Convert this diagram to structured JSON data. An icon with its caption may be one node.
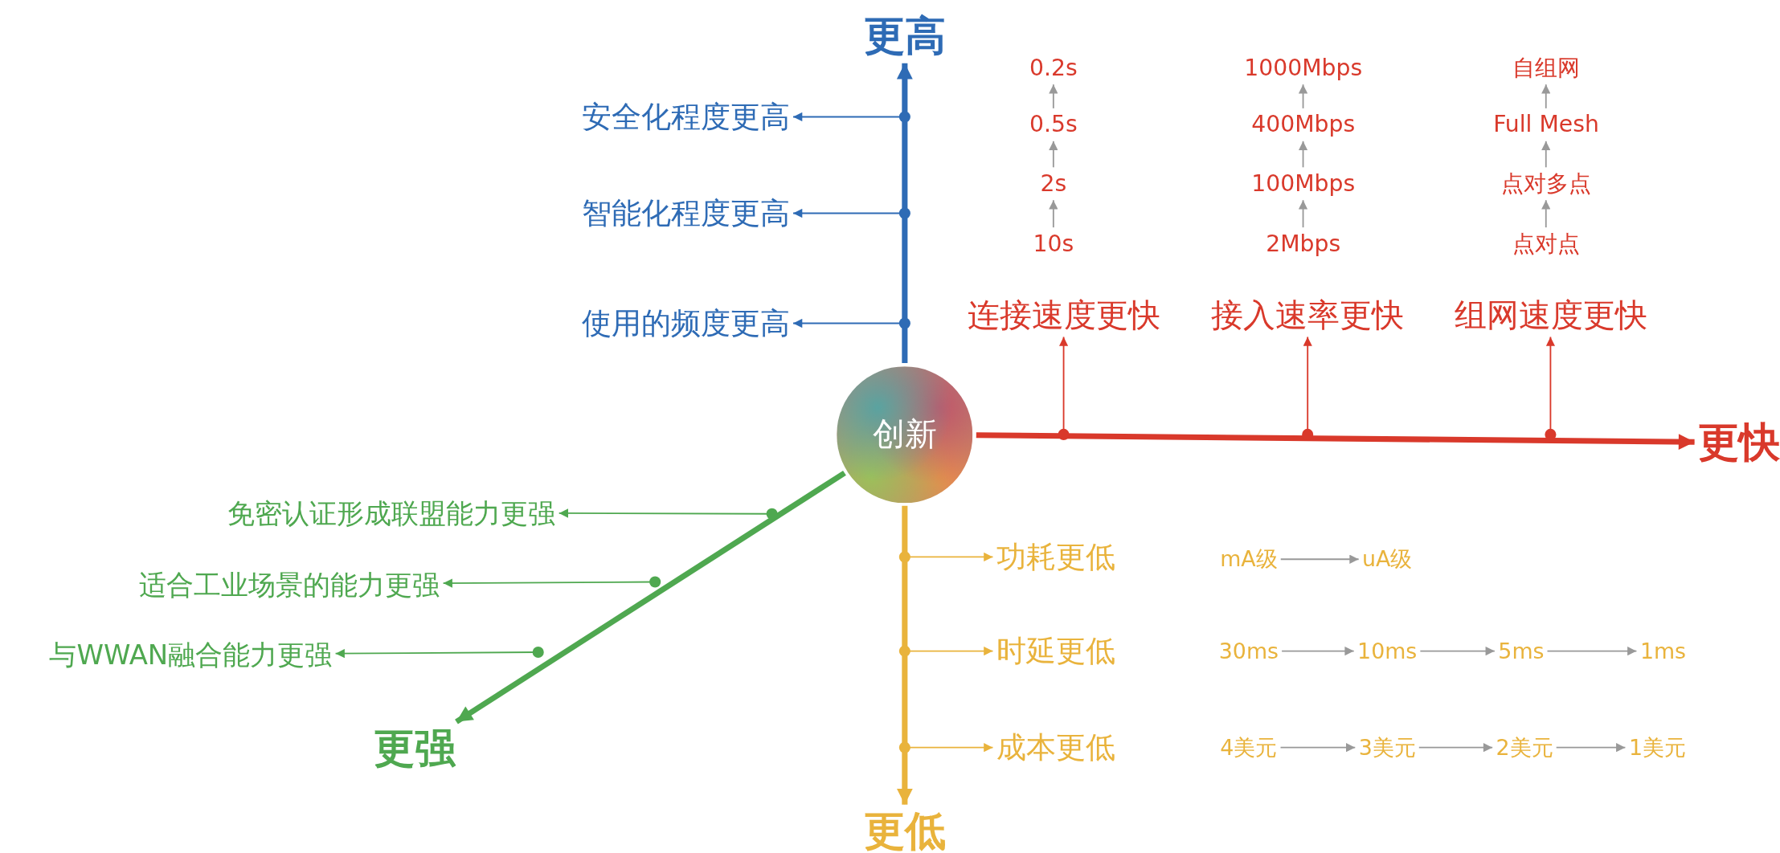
{
  "diagram": {
    "nodes": [
      {
        "text": [
          "更高"
        ]
      },
      {
        "text": [
          "安全化程度更高"
        ]
      },
      {
        "text": [
          "智能化程度更高"
        ]
      },
      {
        "text": [
          "使用的频度更高"
        ]
      },
      {
        "text": [
          "0.2s"
        ]
      },
      {
        "text": [
          "1000Mbps"
        ]
      },
      {
        "text": [
          "自组网"
        ]
      },
      {
        "text": [
          "0.5s"
        ]
      },
      {
        "text": [
          "400Mbps"
        ]
      },
      {
        "text": [
          "Full Mesh"
        ]
      },
      {
        "text": [
          "2s"
        ]
      },
      {
        "text": [
          "100Mbps"
        ]
      },
      {
        "text": [
          "点对多点"
        ]
      },
      {
        "text": [
          "10s"
        ]
      },
      {
        "text": [
          "2Mbps"
        ]
      },
      {
        "text": [
          "点对点"
        ]
      },
      {
        "text": [
          "连接速度更快"
        ]
      },
      {
        "text": [
          "接入速率更快"
        ]
      },
      {
        "text": [
          "组网速度更快"
        ]
      },
      {
        "text": [
          "创新"
        ]
      },
      {
        "text": [
          "更快"
        ]
      },
      {
        "text": [
          "免密认证形成联盟能力更强"
        ]
      },
      {
        "text": [
          "适合工业场景的能力更强"
        ]
      },
      {
        "text": [
          "与WWAN融合能力更强"
        ]
      },
      {
        "text": [
          "功耗更低"
        ]
      },
      {
        "text": [
          "mA级"
        ]
      },
      {
        "text": [
          "uA级"
        ]
      },
      {
        "text": [
          "时延更低"
        ]
      },
      {
        "text": [
          "30ms"
        ]
      },
      {
        "text": [
          "10ms"
        ]
      },
      {
        "text": [
          "5ms"
        ]
      },
      {
        "text": [
          "1ms"
        ]
      },
      {
        "text": [
          "成本更低"
        ]
      },
      {
        "text": [
          "4美元"
        ]
      },
      {
        "text": [
          "3美元"
        ]
      },
      {
        "text": [
          "2美元"
        ]
      },
      {
        "text": [
          "1美元"
        ]
      },
      {
        "text": [
          "更强"
        ]
      },
      {
        "text": [
          "更低"
        ]
      }
    ],
    "edges": [
      {
        "from": 19,
        "to": 0,
        "arrow": "to",
        "style": "thick",
        "color": "#2e6bb5"
      },
      {
        "from": 19,
        "to": 20,
        "arrow": "to",
        "style": "thick",
        "color": "#d9392b"
      },
      {
        "from": 19,
        "to": 38,
        "arrow": "to",
        "style": "thick",
        "color": "#e9b33c"
      },
      {
        "from": 19,
        "to": 37,
        "arrow": "to",
        "style": "thick",
        "color": "#4fa850"
      },
      {
        "from": null,
        "to": 1,
        "arrow": "to",
        "color": "#2e6bb5"
      },
      {
        "from": null,
        "to": 2,
        "arrow": "to",
        "color": "#2e6bb5"
      },
      {
        "from": null,
        "to": 3,
        "arrow": "to",
        "color": "#2e6bb5"
      },
      {
        "from": null,
        "to": 16,
        "arrow": "to",
        "color": "#d9392b"
      },
      {
        "from": null,
        "to": 17,
        "arrow": "to",
        "color": "#d9392b"
      },
      {
        "from": null,
        "to": 18,
        "arrow": "to",
        "color": "#d9392b"
      },
      {
        "from": null,
        "to": 21,
        "arrow": "to",
        "color": "#4fa850"
      },
      {
        "from": null,
        "to": 22,
        "arrow": "to",
        "color": "#4fa850"
      },
      {
        "from": null,
        "to": 23,
        "arrow": "to",
        "color": "#4fa850"
      },
      {
        "from": null,
        "to": 24,
        "arrow": "to",
        "color": "#e9b33c"
      },
      {
        "from": null,
        "to": 27,
        "arrow": "to",
        "color": "#e9b33c"
      },
      {
        "from": null,
        "to": 32,
        "arrow": "to",
        "color": "#e9b33c"
      },
      {
        "from": 13,
        "to": 10,
        "arrow": "to",
        "color": "#999999"
      },
      {
        "from": 10,
        "to": 7,
        "arrow": "to",
        "color": "#999999"
      },
      {
        "from": 7,
        "to": 4,
        "arrow": "to",
        "color": "#999999"
      },
      {
        "from": 14,
        "to": 11,
        "arrow": "to",
        "color": "#999999"
      },
      {
        "from": 11,
        "to": 8,
        "arrow": "to",
        "color": "#999999"
      },
      {
        "from": 8,
        "to": 5,
        "arrow": "to",
        "color": "#999999"
      },
      {
        "from": 15,
        "to": 12,
        "arrow": "to",
        "color": "#999999"
      },
      {
        "from": 12,
        "to": 9,
        "arrow": "to",
        "color": "#999999"
      },
      {
        "from": 9,
        "to": 6,
        "arrow": "to",
        "color": "#999999"
      },
      {
        "from": 25,
        "to": 26,
        "arrow": "to",
        "color": "#999999"
      },
      {
        "from": 28,
        "to": 29,
        "arrow": "to",
        "color": "#999999"
      },
      {
        "from": 29,
        "to": 30,
        "arrow": "to",
        "color": "#999999"
      },
      {
        "from": 30,
        "to": 31,
        "arrow": "to",
        "color": "#999999"
      },
      {
        "from": 33,
        "to": 34,
        "arrow": "to",
        "color": "#999999"
      },
      {
        "from": 34,
        "to": 35,
        "arrow": "to",
        "color": "#999999"
      },
      {
        "from": 35,
        "to": 36,
        "arrow": "to",
        "color": "#999999"
      }
    ]
  }
}
